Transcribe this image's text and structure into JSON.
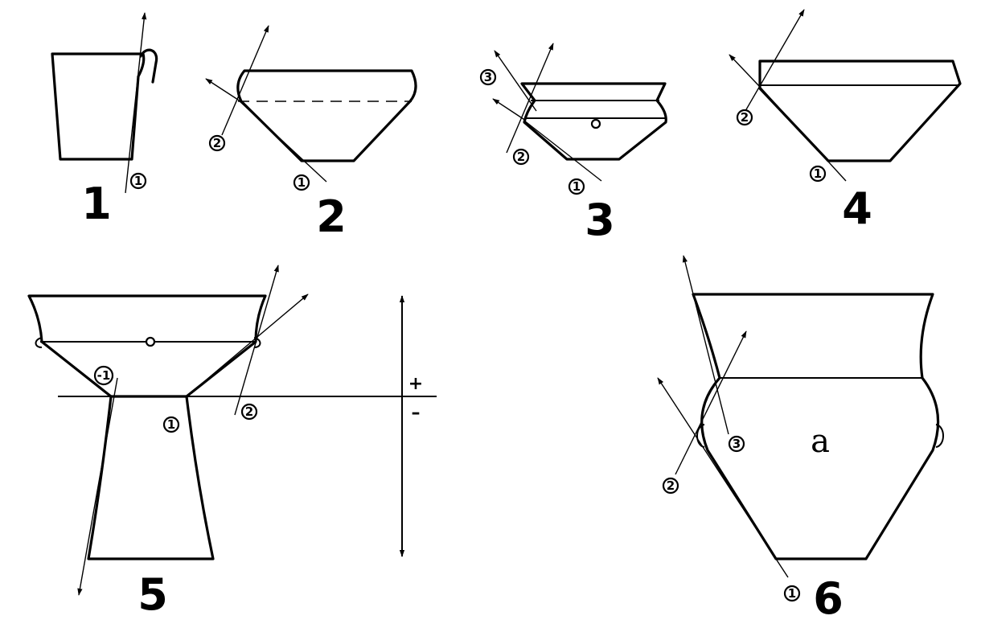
{
  "figures": [
    {
      "id": "1",
      "label": "1",
      "markers": [
        "1"
      ]
    },
    {
      "id": "2",
      "label": "2",
      "markers": [
        "2",
        "1"
      ]
    },
    {
      "id": "3",
      "label": "3",
      "markers": [
        "3",
        "2",
        "1"
      ]
    },
    {
      "id": "4",
      "label": "4",
      "markers": [
        "2",
        "1"
      ]
    },
    {
      "id": "5",
      "label": "5",
      "markers": [
        "-1",
        "1",
        "2"
      ],
      "signs": [
        "+",
        "–"
      ]
    },
    {
      "id": "6",
      "label": "6",
      "markers": [
        "3",
        "2",
        "1"
      ],
      "letter": "a"
    }
  ]
}
